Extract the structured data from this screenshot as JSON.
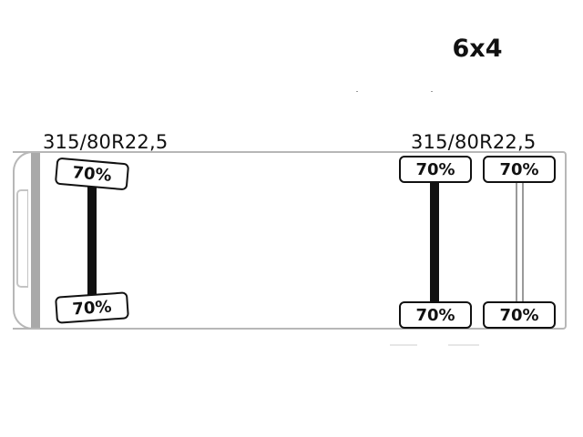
{
  "configuration": "6x4",
  "front_axle": {
    "tire_size": "315/80R22,5",
    "left_tire": "70%",
    "right_tire": "70%"
  },
  "rear_axles": {
    "tire_size": "315/80R22,5",
    "axle_1": {
      "left_tire": "70%",
      "right_tire": "70%",
      "shaft": "driven"
    },
    "axle_2": {
      "left_tire": "70%",
      "right_tire": "70%",
      "shaft": "non-driven"
    }
  },
  "colors": {
    "outline": "#b7b7b7",
    "driven_shaft": "#111111",
    "tire_border": "#111111"
  }
}
